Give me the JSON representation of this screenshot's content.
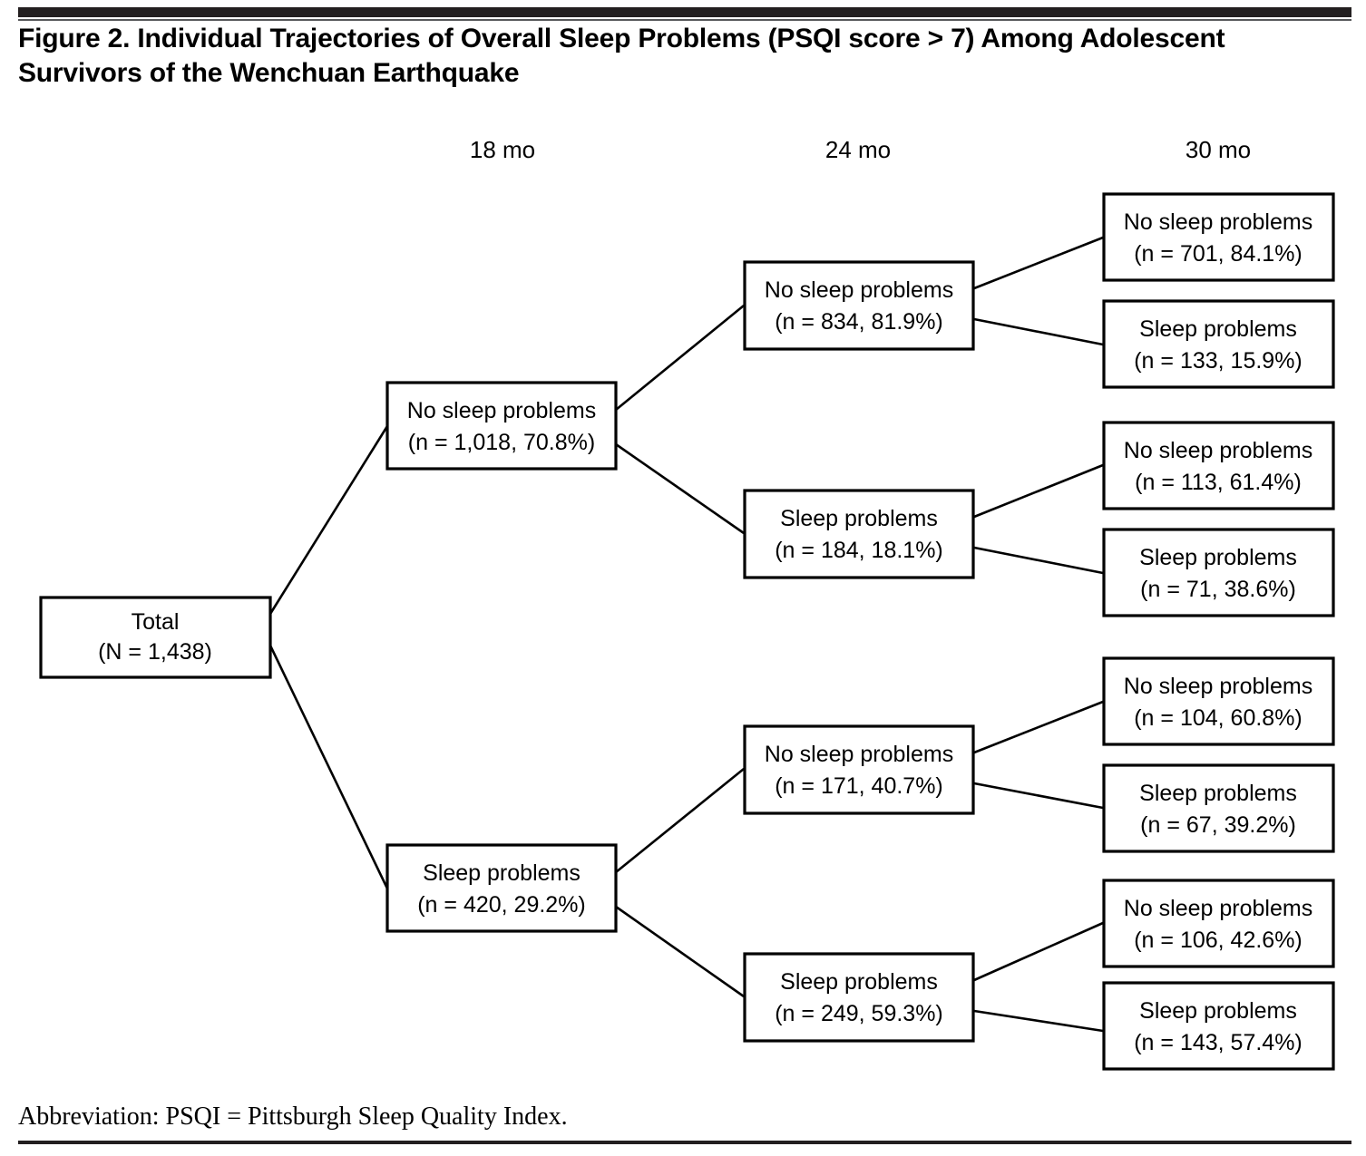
{
  "figure": {
    "title": "Figure 2. Individual Trajectories of Overall Sleep Problems (PSQI score > 7) Among Adolescent Survivors of the Wenchuan Earthquake",
    "footnote": "Abbreviation: PSQI = Pittsburgh Sleep Quality Index."
  },
  "columns": [
    {
      "label": "18 mo"
    },
    {
      "label": "24 mo"
    },
    {
      "label": "30 mo"
    }
  ],
  "chart_data": {
    "type": "diagram",
    "title": "Figure 2. Individual Trajectories of Overall Sleep Problems (PSQI score > 7) Among Adolescent Survivors of the Wenchuan Earthquake",
    "diagram_kind": "flow-tree",
    "timepoints": [
      "18 mo",
      "24 mo",
      "30 mo"
    ],
    "root": {
      "id": "total",
      "line1": "Total",
      "line2": "(N = 1,438)",
      "label": "Total",
      "n": 1438
    },
    "level_18mo": [
      {
        "id": "n18-no",
        "line1": "No sleep problems",
        "line2": "(n = 1,018, 70.8%)",
        "label": "No sleep problems",
        "n": 1018,
        "pct": 70.8
      },
      {
        "id": "n18-yes",
        "line1": "Sleep problems",
        "line2": "(n = 420, 29.2%)",
        "label": "Sleep problems",
        "n": 420,
        "pct": 29.2
      }
    ],
    "level_24mo": [
      {
        "id": "n24-no-no",
        "parent": "n18-no",
        "line1": "No sleep problems",
        "line2": "(n = 834, 81.9%)",
        "label": "No sleep problems",
        "n": 834,
        "pct": 81.9
      },
      {
        "id": "n24-no-yes",
        "parent": "n18-no",
        "line1": "Sleep problems",
        "line2": "(n = 184, 18.1%)",
        "label": "Sleep problems",
        "n": 184,
        "pct": 18.1
      },
      {
        "id": "n24-yes-no",
        "parent": "n18-yes",
        "line1": "No sleep problems",
        "line2": "(n = 171, 40.7%)",
        "label": "No sleep problems",
        "n": 171,
        "pct": 40.7
      },
      {
        "id": "n24-yes-yes",
        "parent": "n18-yes",
        "line1": "Sleep problems",
        "line2": "(n = 249, 59.3%)",
        "label": "Sleep problems",
        "n": 249,
        "pct": 59.3
      }
    ],
    "level_30mo": [
      {
        "id": "n30-1",
        "parent": "n24-no-no",
        "line1": "No sleep problems",
        "line2": "(n = 701, 84.1%)",
        "label": "No sleep problems",
        "n": 701,
        "pct": 84.1
      },
      {
        "id": "n30-2",
        "parent": "n24-no-no",
        "line1": "Sleep problems",
        "line2": "(n = 133, 15.9%)",
        "label": "Sleep problems",
        "n": 133,
        "pct": 15.9
      },
      {
        "id": "n30-3",
        "parent": "n24-no-yes",
        "line1": "No sleep problems",
        "line2": "(n = 113, 61.4%)",
        "label": "No sleep problems",
        "n": 113,
        "pct": 61.4
      },
      {
        "id": "n30-4",
        "parent": "n24-no-yes",
        "line1": "Sleep problems",
        "line2": "(n = 71, 38.6%)",
        "label": "Sleep problems",
        "n": 71,
        "pct": 38.6
      },
      {
        "id": "n30-5",
        "parent": "n24-yes-no",
        "line1": "No sleep problems",
        "line2": "(n = 104, 60.8%)",
        "label": "No sleep problems",
        "n": 104,
        "pct": 60.8
      },
      {
        "id": "n30-6",
        "parent": "n24-yes-no",
        "line1": "Sleep problems",
        "line2": "(n = 67, 39.2%)",
        "label": "Sleep problems",
        "n": 67,
        "pct": 39.2
      },
      {
        "id": "n30-7",
        "parent": "n24-yes-yes",
        "line1": "No sleep problems",
        "line2": "(n = 106, 42.6%)",
        "label": "No sleep problems",
        "n": 106,
        "pct": 42.6
      },
      {
        "id": "n30-8",
        "parent": "n24-yes-yes",
        "line1": "Sleep problems",
        "line2": "(n = 143, 57.4%)",
        "label": "Sleep problems",
        "n": 143,
        "pct": 57.4
      }
    ],
    "colors": {
      "box_stroke": "#000000",
      "box_fill": "#ffffff",
      "text": "#000000",
      "rule": "#231f20"
    }
  }
}
